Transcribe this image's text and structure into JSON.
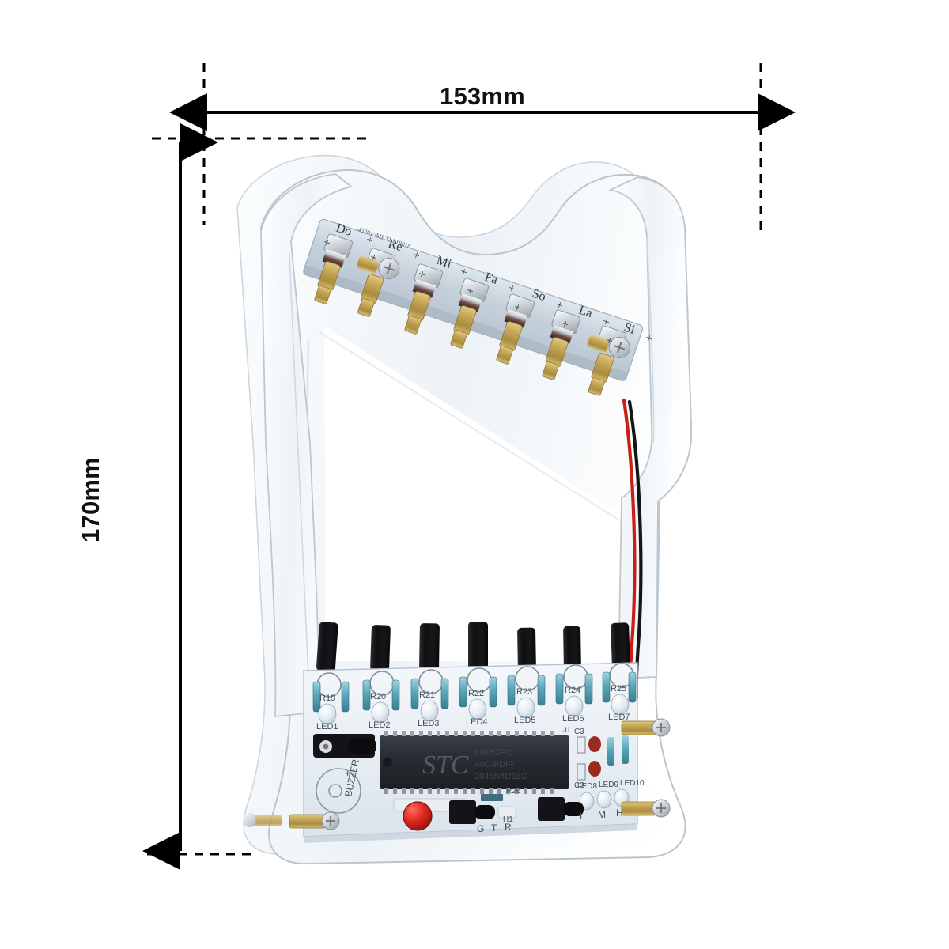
{
  "image": {
    "kind": "product-dimension-photo",
    "background_color": "#ffffff",
    "subject": "DIY laser harp electronic kit with clear acrylic frame"
  },
  "dimensions": {
    "width_label": "153mm",
    "height_label": "170mm",
    "line_color": "#000000",
    "guide_style": "dashed"
  },
  "top_board": {
    "silk_color": "#ccd6e0",
    "part_code": "432015MF32-218018",
    "note_labels": [
      "Do",
      "Re",
      "Mi",
      "Fa",
      "So",
      "La",
      "Si"
    ],
    "plus_marks": "+",
    "emitter_count": 7
  },
  "main_board": {
    "silk_color": "#eef2f6",
    "ic": {
      "brand": "STC",
      "line1": "89C52RC",
      "line2": "40C-PDIP",
      "line3": "2048N4D18C",
      "body_color": "#2b2f36"
    },
    "resistor_labels": [
      "R19",
      "R20",
      "R21",
      "R22",
      "R23",
      "R24",
      "R25"
    ],
    "led_labels": [
      "LED1",
      "LED2",
      "LED3",
      "LED4",
      "LED5",
      "LED6",
      "LED7"
    ],
    "aux_led_labels": [
      "LED8",
      "LED9",
      "LED10"
    ],
    "cap_labels": [
      "C3",
      "C2"
    ],
    "misc_labels": [
      "R26",
      "H1",
      "J1"
    ],
    "buzzer_label": "BUZZER",
    "button_labels": [
      "G",
      "T",
      "R"
    ],
    "mode_labels": [
      "L",
      "M",
      "H"
    ],
    "red_button_color": "#d81b18",
    "dc_jack_color": "#141414",
    "resistor_body_color": "#3d8fa8",
    "sensor_count": 7,
    "black_cap_count": 7
  },
  "wire": {
    "colors": [
      "#d81b18",
      "#111111"
    ],
    "description": "red-black twisted pair from Si channel to board"
  },
  "hardware": {
    "standoff_color": "#c9a85c",
    "screw_color": "#d8dce0",
    "standoff_count": 4
  },
  "frame": {
    "material": "clear acrylic",
    "tint": "#f3f6f9",
    "edge_color": "#b9c4cd"
  }
}
